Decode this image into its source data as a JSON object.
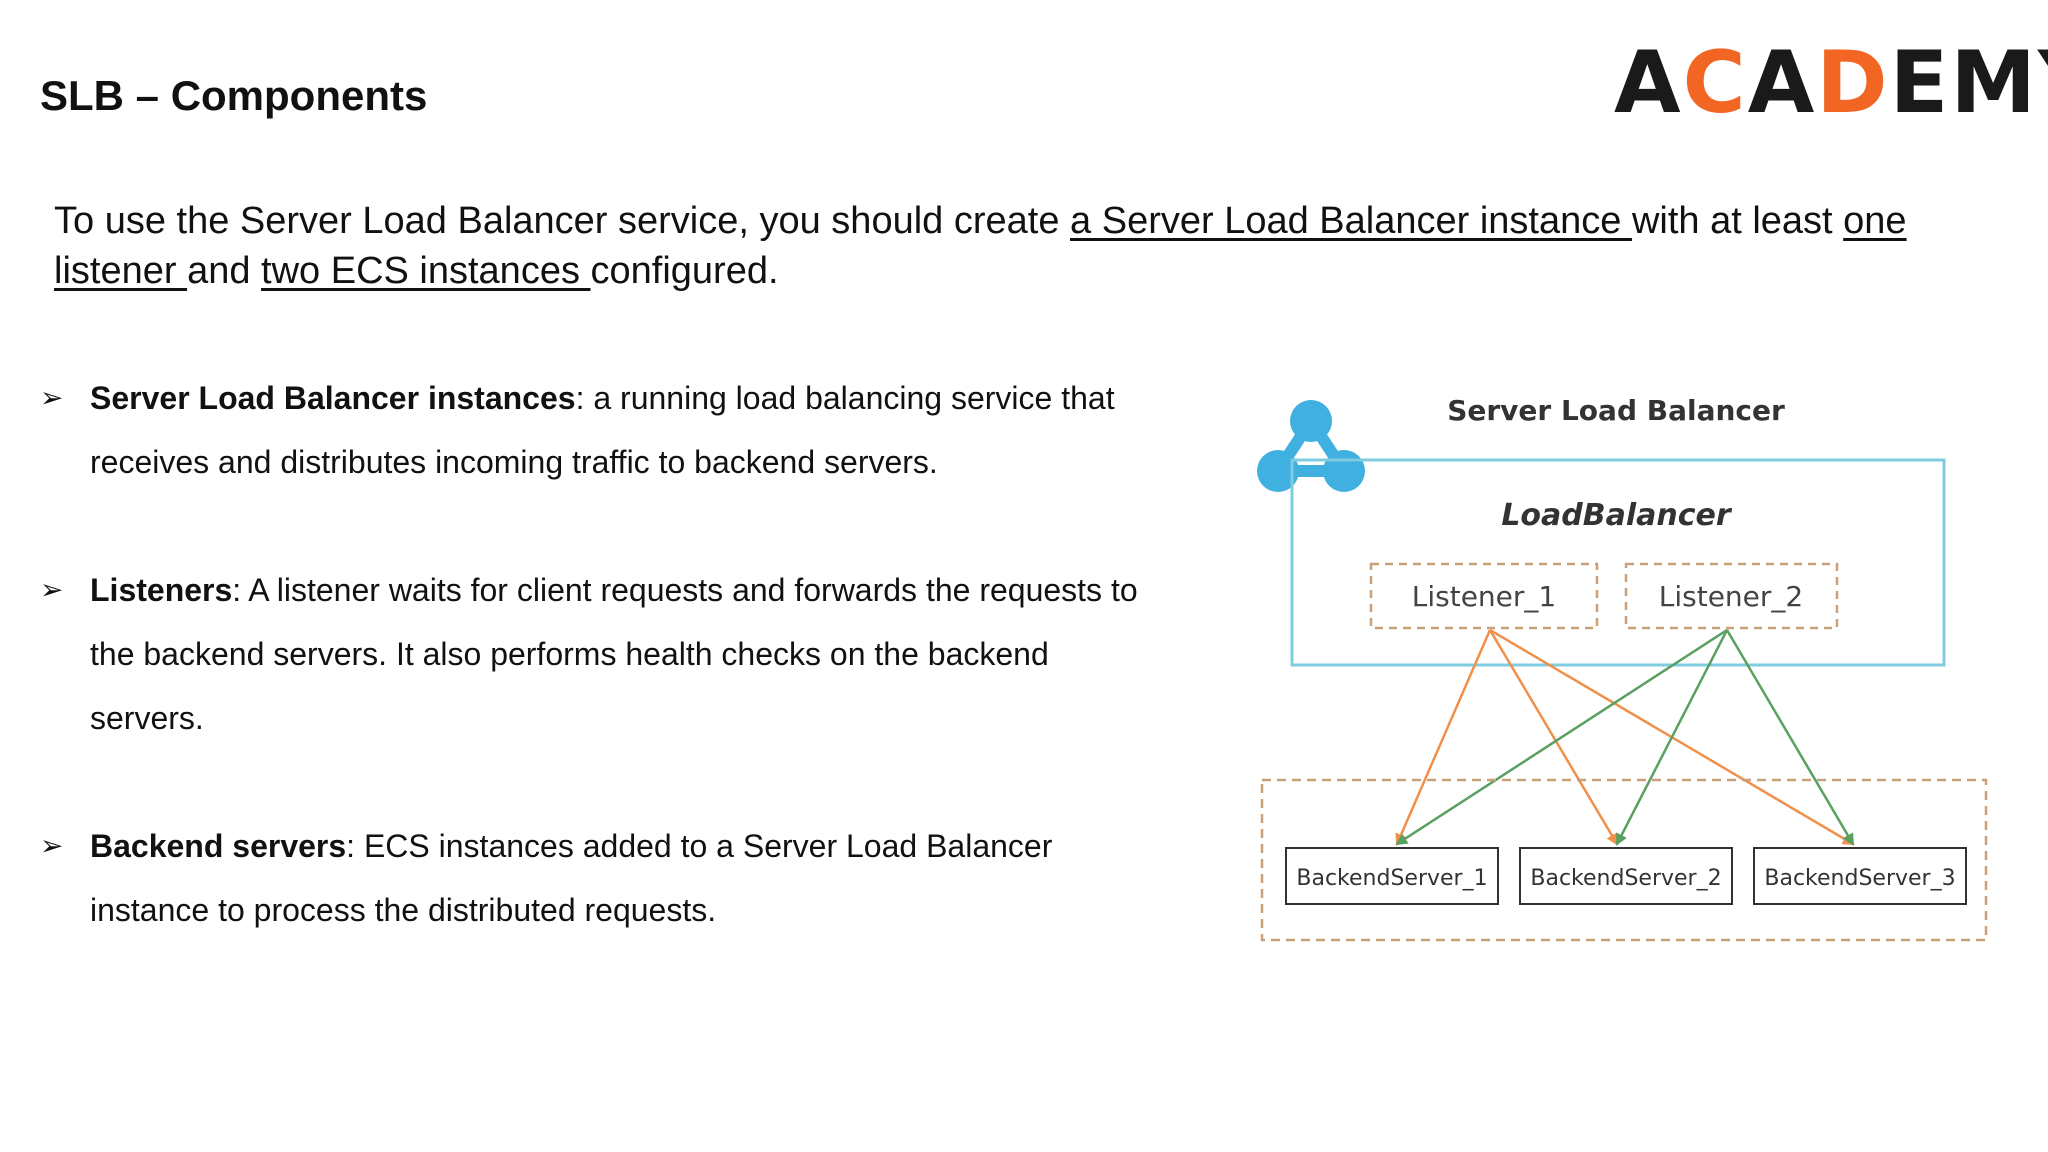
{
  "slide": {
    "title": "SLB – Components"
  },
  "logo": {
    "letters": [
      "A",
      "C",
      "A",
      "D",
      "E",
      "M",
      "Y"
    ],
    "letter_colors": [
      "#1a1a1a",
      "#f26522",
      "#1a1a1a",
      "#f26522",
      "#1a1a1a",
      "#1a1a1a",
      "#1a1a1a"
    ]
  },
  "intro": {
    "part1": "To use the Server Load Balancer service, you should create ",
    "link1": "a Server Load Balancer instance ",
    "part2": "with at least ",
    "link2": "one listener ",
    "part3": "and ",
    "link3": "two ECS instances ",
    "part4": "configured."
  },
  "bullets": [
    {
      "term": "Server Load Balancer instances",
      "text": ": a running load balancing service that receives and distributes incoming traffic to backend servers."
    },
    {
      "term": "Listeners",
      "text": ": A listener waits for client requests and forwards the requests to the backend servers. It also performs health checks on the backend servers."
    },
    {
      "term": "Backend servers",
      "text": ": ECS instances added to a Server Load Balancer instance to process the distributed requests."
    }
  ],
  "diagram": {
    "title": "Server Load Balancer",
    "lb_label": "LoadBalancer",
    "listeners": [
      "Listener_1",
      "Listener_2"
    ],
    "backends": [
      "BackendServer_1",
      "BackendServer_2",
      "BackendServer_3"
    ],
    "icon_name": "network-nodes-icon",
    "colors": {
      "lb_border": "#7fcbe0",
      "icon": "#3fb0e0",
      "dashed": "#c8a07a",
      "listener1_arrows": "#f0904a",
      "listener2_arrows": "#5aa060",
      "backend_border": "#333333"
    }
  }
}
